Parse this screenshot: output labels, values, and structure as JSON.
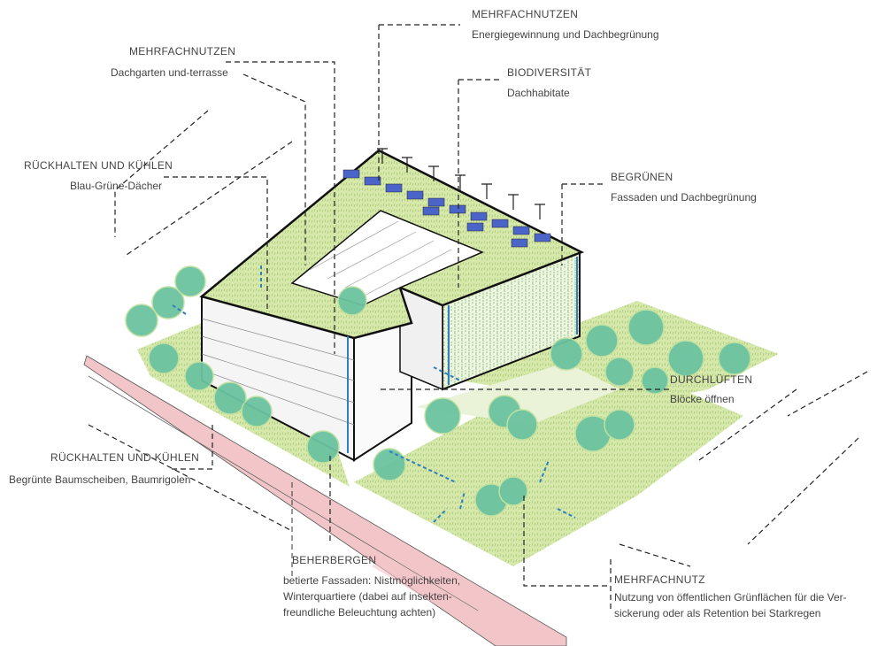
{
  "colors": {
    "grass": "#d3e6a6",
    "tree": "#6cc3a0",
    "tree_dark": "#4aa684",
    "road": "#f2c6c8",
    "water": "#2f7fc1",
    "text": "#444444"
  },
  "annotations": [
    {
      "title": "MEHRFACHNUTZEN",
      "lines": [
        "Energiegewinnung und Dachbegrünung"
      ]
    },
    {
      "title": "MEHRFACHNUTZEN",
      "lines": [
        "Dachgarten und-terrasse"
      ]
    },
    {
      "title": "BIODIVERSITÄT",
      "lines": [
        "Dachhabitate"
      ]
    },
    {
      "title": "RÜCKHALTEN UND KÜHLEN",
      "lines": [
        "Blau-Grüne-Dächer"
      ]
    },
    {
      "title": "BEGRÜNEN",
      "lines": [
        "Fassaden und Dachbegrünung"
      ]
    },
    {
      "title": "DURCHLÜFTEN",
      "lines": [
        "Blöcke öffnen"
      ]
    },
    {
      "title": "RÜCKHALTEN UND KÜHLEN",
      "lines": [
        "Begrünte Baumscheiben, Baumrigolen"
      ]
    },
    {
      "title": "BEHERBERGEN",
      "lines": [
        "betierte Fassaden: Nistmöglichkeiten,",
        "Winterquartiere (dabei auf insekten-",
        "freundliche Beleuchtung achten)"
      ]
    },
    {
      "title": "MEHRFACHNUTZ",
      "lines": [
        "Nutzung von öffentlichen Grünflächen für die Ver-",
        "sickerung oder als Retention bei Starkregen"
      ]
    }
  ]
}
